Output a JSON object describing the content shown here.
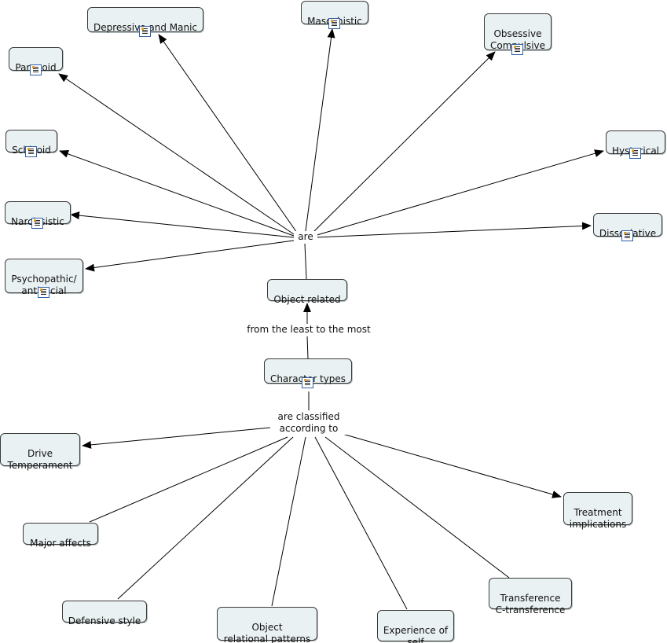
{
  "nodes": {
    "depressive_manic": "Depressive and Manic",
    "masochistic": "Masochistic",
    "obsessive_compulsive": "Obsessive\nCompulsive",
    "paranoid": "Paranoid",
    "schizoid": "Schizoid",
    "hysterical": "Hysterical",
    "narcissistic": "Narcissistic",
    "dissociative": "Dissociative",
    "psychopathic": "Psychopathic/\nantisocial",
    "object_related": "Object related",
    "character_types": "Character types",
    "drive_temperament": "Drive\nTemperament",
    "treatment_implications": "Treatment\nimplications",
    "major_affects": "Major affects",
    "defensive_style": "Defensive style",
    "object_relational_patterns": "Object\nrelational patterns",
    "experience_of_self": "Experience of\nself",
    "transference": "Transference\nC-transference"
  },
  "link_labels": {
    "are": "are",
    "least_to_most": "from the least to the most",
    "classified": "are classified\naccording to"
  },
  "icon_name": "document-icon"
}
